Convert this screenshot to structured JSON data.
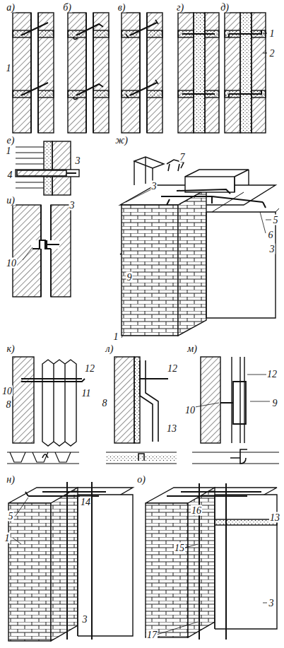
{
  "diagram": {
    "labels": [
      "а)",
      "б)",
      "в)",
      "г)",
      "д)",
      "1",
      "1",
      "2",
      "е)",
      "1",
      "3",
      "4",
      "ж)",
      "7",
      "3",
      "5",
      "6",
      "3",
      "1",
      "и)",
      "3",
      "10",
      "9",
      "к)",
      "12",
      "10",
      "11",
      "8",
      "л)",
      "12",
      "8",
      "13",
      "м)",
      "12",
      "9",
      "10",
      "н)",
      "14",
      "5",
      "1",
      "3",
      "о)",
      "16",
      "13",
      "15",
      "3",
      "17"
    ]
  }
}
